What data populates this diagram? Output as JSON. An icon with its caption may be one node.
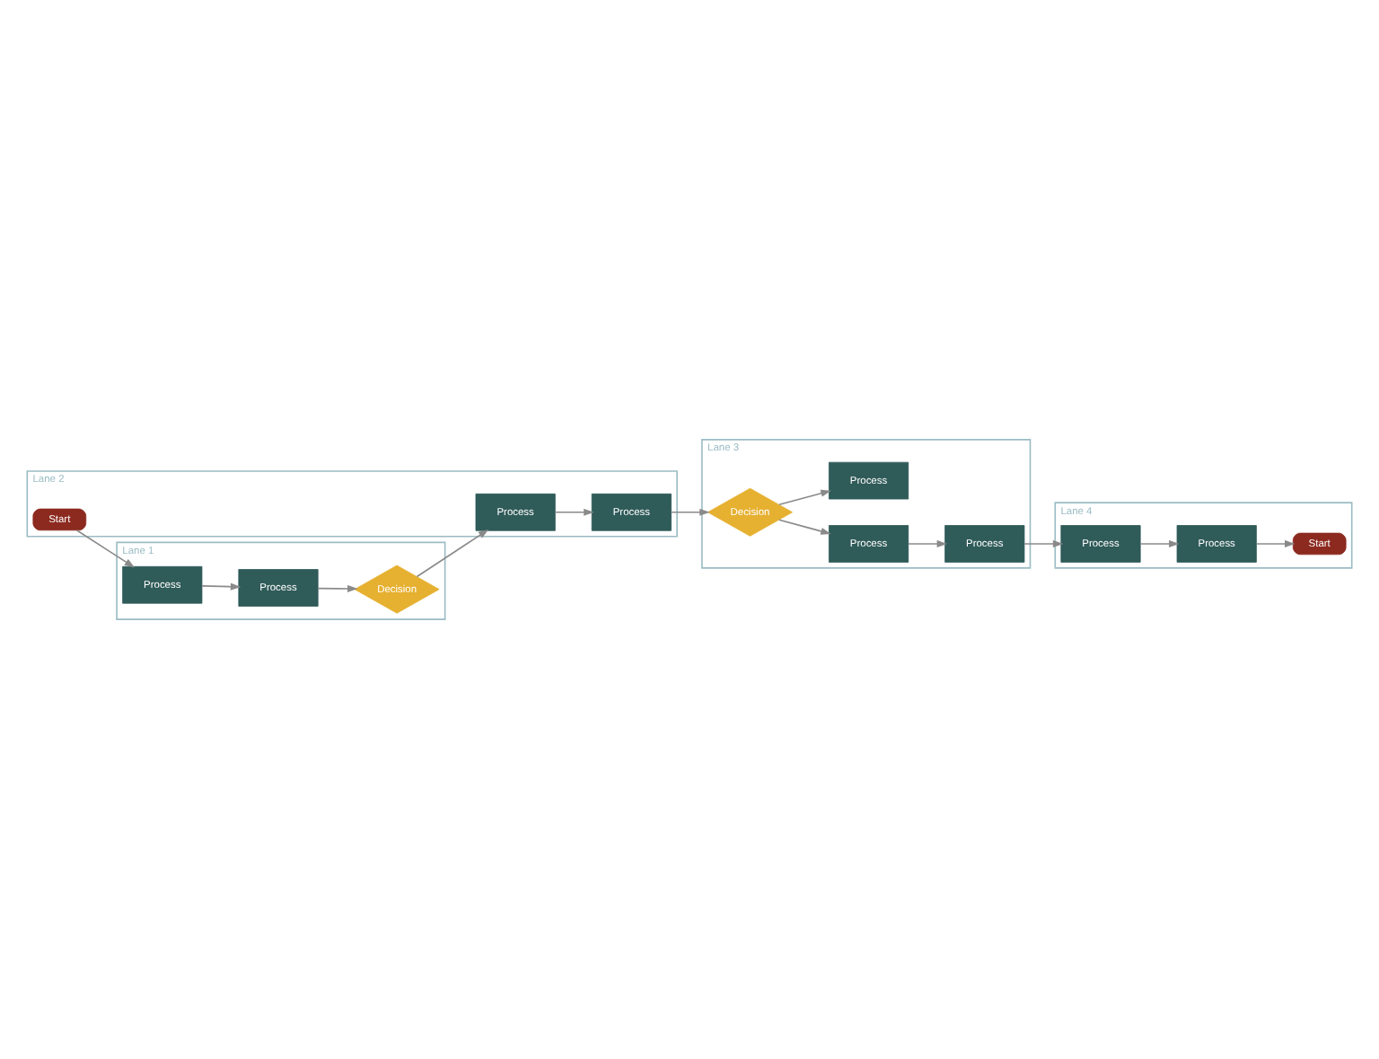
{
  "diagram": {
    "nodes": [
      {
        "text": [
          "Lane 1"
        ]
      },
      {
        "text": [
          "Process"
        ],
        "in": 0
      },
      {
        "text": [
          "Process"
        ],
        "in": 0
      },
      {
        "text": [
          "Decision"
        ],
        "in": 0
      },
      {
        "text": [
          "Lane 2"
        ]
      },
      {
        "text": [
          "Start"
        ],
        "in": 4
      },
      {
        "text": [
          "Process"
        ],
        "in": 4
      },
      {
        "text": [
          "Process"
        ],
        "in": 4
      },
      {
        "text": [
          "Lane 3"
        ]
      },
      {
        "text": [
          "Process"
        ],
        "in": 8
      },
      {
        "text": [
          "Process"
        ],
        "in": 8
      },
      {
        "text": [
          "Decision"
        ],
        "in": 8
      },
      {
        "text": [
          "Process"
        ],
        "in": 8
      },
      {
        "text": [
          "Lane 4"
        ]
      },
      {
        "text": [
          "Process"
        ],
        "in": 13
      },
      {
        "text": [
          "Process"
        ],
        "in": 13
      },
      {
        "text": [
          "Start"
        ],
        "in": 13
      }
    ],
    "edges": [
      {
        "from": 5,
        "to": 1,
        "arrow": "to"
      },
      {
        "from": 1,
        "to": 2,
        "arrow": "to"
      },
      {
        "from": 2,
        "to": 3,
        "arrow": "to"
      },
      {
        "from": 3,
        "to": 7,
        "arrow": "to"
      },
      {
        "from": 7,
        "to": 6,
        "arrow": "to"
      },
      {
        "from": 6,
        "to": 11,
        "arrow": "to"
      },
      {
        "from": 11,
        "to": 10,
        "arrow": "to"
      },
      {
        "from": 10,
        "to": 9,
        "arrow": "to"
      },
      {
        "from": 11,
        "to": 12,
        "arrow": "to"
      },
      {
        "from": 9,
        "to": 14,
        "arrow": "to"
      },
      {
        "from": 14,
        "to": 15,
        "arrow": "to"
      },
      {
        "from": 15,
        "to": 16,
        "arrow": "to"
      }
    ]
  }
}
